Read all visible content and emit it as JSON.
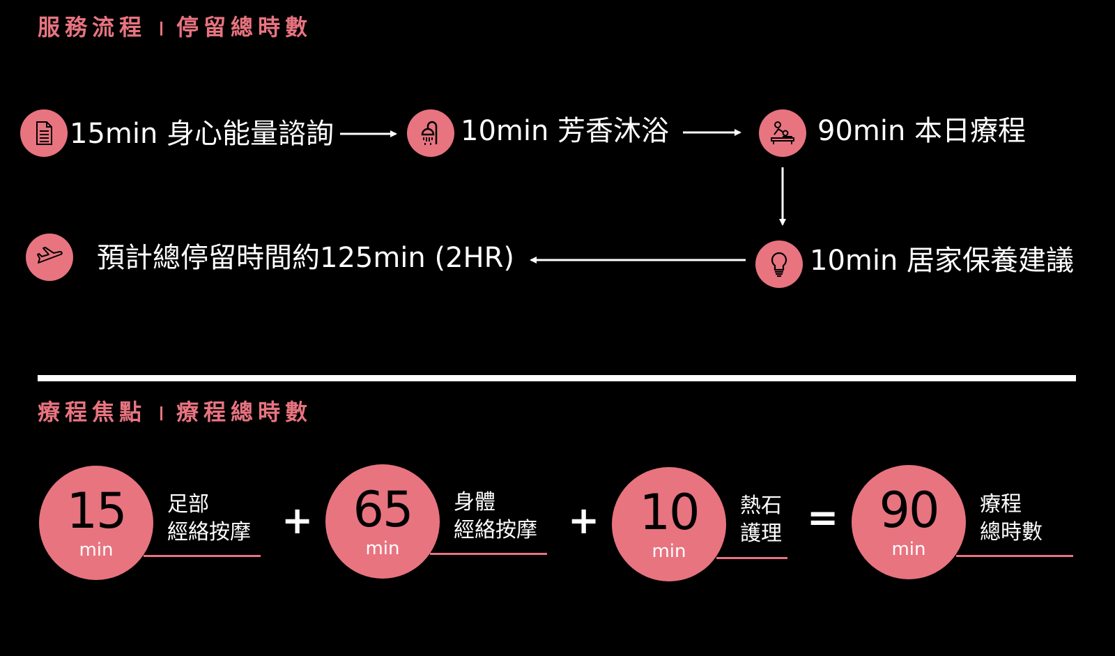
{
  "headers": {
    "process_title": "服務流程",
    "process_subtitle": "停留總時數",
    "focus_title": "療程焦點",
    "focus_subtitle": "療程總時數"
  },
  "flow": [
    {
      "text": "15min 身心能量諮詢",
      "icon": "document-icon"
    },
    {
      "text": "10min 芳香沐浴",
      "icon": "shower-icon"
    },
    {
      "text": "90min 本日療程",
      "icon": "massage-icon"
    },
    {
      "text": "10min 居家保養建議",
      "icon": "lightbulb-icon"
    },
    {
      "text": "預計總停留時間約125min (2HR)",
      "icon": "plane-icon"
    }
  ],
  "equation": {
    "items": [
      {
        "value": "15",
        "unit": "min",
        "line1": "足部",
        "line2": "經絡按摩"
      },
      {
        "value": "65",
        "unit": "min",
        "line1": "身體",
        "line2": "經絡按摩"
      },
      {
        "value": "10",
        "unit": "min",
        "line1": "熱石",
        "line2": "護理"
      },
      {
        "value": "90",
        "unit": "min",
        "line1": "療程",
        "line2": "總時數"
      }
    ],
    "operators": [
      "+",
      "+",
      "="
    ]
  },
  "colors": {
    "accent": "#e87480",
    "background": "#000000",
    "text": "#ffffff"
  }
}
